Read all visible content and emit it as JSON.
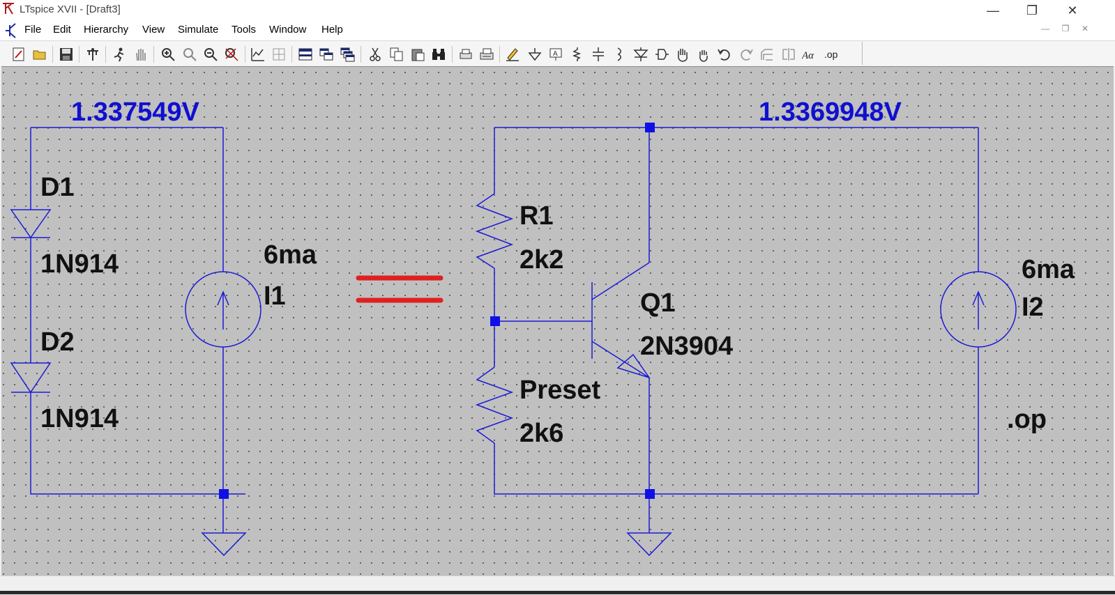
{
  "window": {
    "title": "LTspice XVII - [Draft3]",
    "controls": {
      "minimize": "—",
      "restore": "❐",
      "close": "✕"
    }
  },
  "menu": {
    "items": [
      "File",
      "Edit",
      "Hierarchy",
      "View",
      "Simulate",
      "Tools",
      "Window",
      "Help"
    ]
  },
  "toolbar": {
    "tools": [
      "new-schematic",
      "open",
      "save",
      "control-panel",
      "run",
      "halt",
      "zoom-in",
      "pan",
      "zoom-out",
      "zoom-fit",
      "plot-autorange",
      "plot-grid",
      "tile-horizontal",
      "tile-vertical",
      "cascade",
      "cut",
      "copy",
      "paste",
      "find",
      "print-preview",
      "print",
      "draw-wire",
      "ground",
      "label-net",
      "resistor",
      "capacitor",
      "inductor",
      "diode",
      "component",
      "move",
      "drag",
      "undo",
      "redo",
      "rotate",
      "mirror",
      "text",
      "spice-directive"
    ],
    "spice_directive_label": ".op",
    "text_label": "Aα"
  },
  "schematic": {
    "wire_color": "#1a1ad6",
    "node_color": "#1010e6",
    "equals_color": "#e02020",
    "left_circuit": {
      "node_voltage": "1.337549V",
      "d1": {
        "name": "D1",
        "model": "1N914"
      },
      "d2": {
        "name": "D2",
        "model": "1N914"
      },
      "i1": {
        "value": "6ma",
        "name": "I1"
      }
    },
    "right_circuit": {
      "node_voltage": "1.3369948V",
      "r1": {
        "name": "R1",
        "value": "2k2"
      },
      "preset": {
        "name": "Preset",
        "value": "2k6"
      },
      "q1": {
        "name": "Q1",
        "model": "2N3904"
      },
      "i2": {
        "value": "6ma",
        "name": "I2"
      },
      "directive": ".op"
    }
  }
}
